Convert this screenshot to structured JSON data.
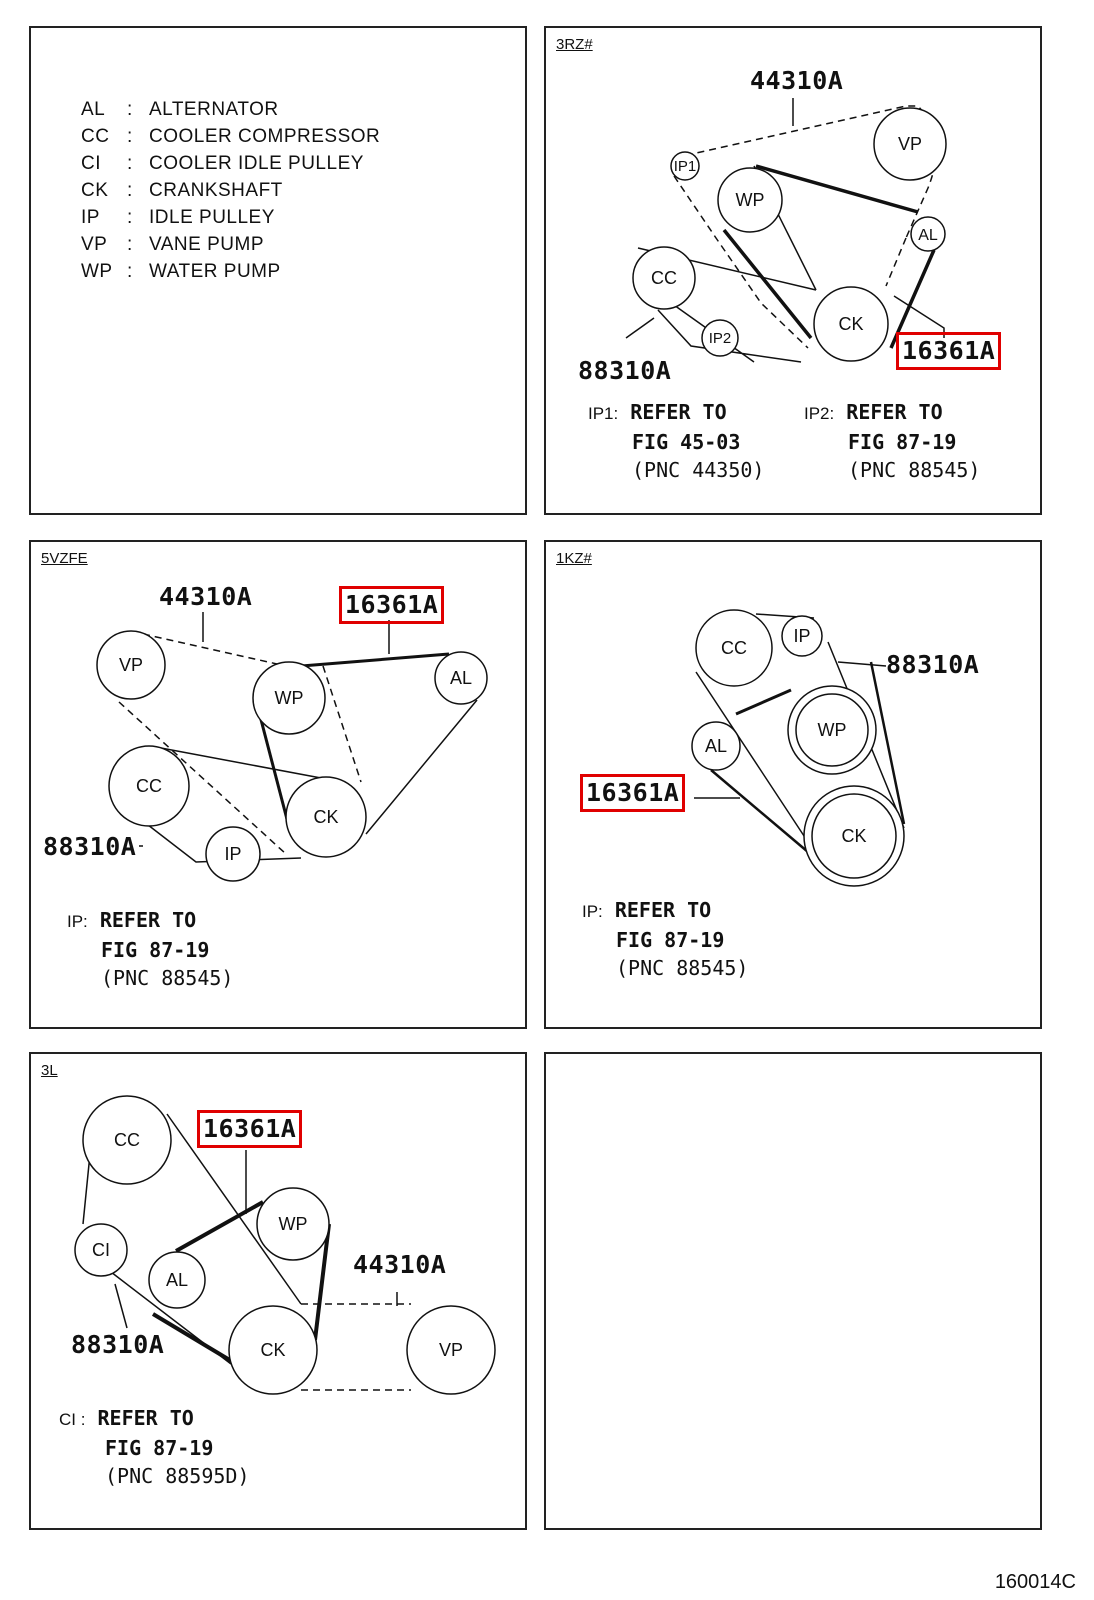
{
  "legend": [
    {
      "abbr": "AL",
      "colon": ":",
      "name": "ALTERNATOR"
    },
    {
      "abbr": "CC",
      "colon": ":",
      "name": "COOLER COMPRESSOR"
    },
    {
      "abbr": "CI",
      "colon": ":",
      "name": "COOLER IDLE PULLEY"
    },
    {
      "abbr": "CK",
      "colon": ":",
      "name": "CRANKSHAFT"
    },
    {
      "abbr": "IP",
      "colon": ":",
      "name": "IDLE PULLEY"
    },
    {
      "abbr": "VP",
      "colon": ":",
      "name": "VANE PUMP"
    },
    {
      "abbr": "WP",
      "colon": ":",
      "name": "WATER PUMP"
    }
  ],
  "panels": {
    "p3rz": {
      "engine": "3RZ#",
      "pulleys": [
        "VP",
        "IP1",
        "WP",
        "AL",
        "CC",
        "CK",
        "IP2"
      ],
      "part_top": "44310A",
      "part_left": "88310A",
      "part_highlight": "16361A",
      "note1": {
        "prefix": "IP1:",
        "l1": "REFER TO",
        "l2": "FIG 45-03",
        "l3": "(PNC 44350)"
      },
      "note2": {
        "prefix": "IP2:",
        "l1": "REFER TO",
        "l2": "FIG 87-19",
        "l3": "(PNC 88545)"
      }
    },
    "p5vzfe": {
      "engine": "5VZFE",
      "pulleys": [
        "VP",
        "WP",
        "AL",
        "CC",
        "CK",
        "IP"
      ],
      "part_top": "44310A",
      "part_left": "88310A",
      "part_highlight": "16361A",
      "note": {
        "prefix": "IP:",
        "l1": "REFER TO",
        "l2": "FIG 87-19",
        "l3": "(PNC 88545)"
      }
    },
    "p1kz": {
      "engine": "1KZ#",
      "pulleys": [
        "CC",
        "IP",
        "WP",
        "AL",
        "CK"
      ],
      "part_right": "88310A",
      "part_highlight": "16361A",
      "note": {
        "prefix": "IP:",
        "l1": "REFER TO",
        "l2": "FIG 87-19",
        "l3": "(PNC 88545)"
      }
    },
    "p3l": {
      "engine": "3L",
      "pulleys": [
        "CC",
        "WP",
        "CI",
        "AL",
        "CK",
        "VP"
      ],
      "part_highlight": "16361A",
      "part_right": "44310A",
      "part_left": "88310A",
      "note": {
        "prefix": "CI :",
        "l1": "REFER TO",
        "l2": "FIG 87-19",
        "l3": "(PNC 88595D)"
      }
    }
  },
  "figure_code": "160014C",
  "colors": {
    "highlight": "#e00000",
    "line": "#111111"
  }
}
